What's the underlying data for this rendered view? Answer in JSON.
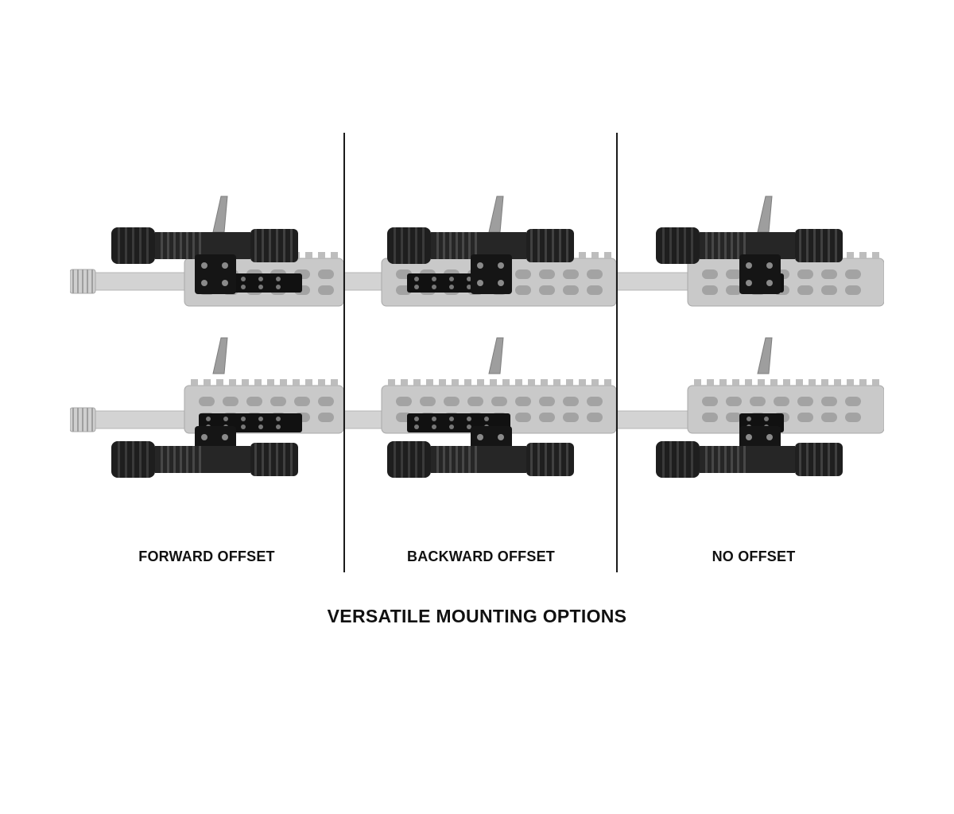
{
  "title": "VERSATILE MOUNTING OPTIONS",
  "columns": [
    {
      "label": "FORWARD OFFSET"
    },
    {
      "label": "BACKWARD OFFSET"
    },
    {
      "label": "NO OFFSET"
    }
  ],
  "colors": {
    "background": "#ffffff",
    "rail": "#c9c9c9",
    "barrel": "#d3d3d3",
    "flashlight": "#1e1e1e",
    "mount": "#111111",
    "divider": "#1a1a1a"
  }
}
